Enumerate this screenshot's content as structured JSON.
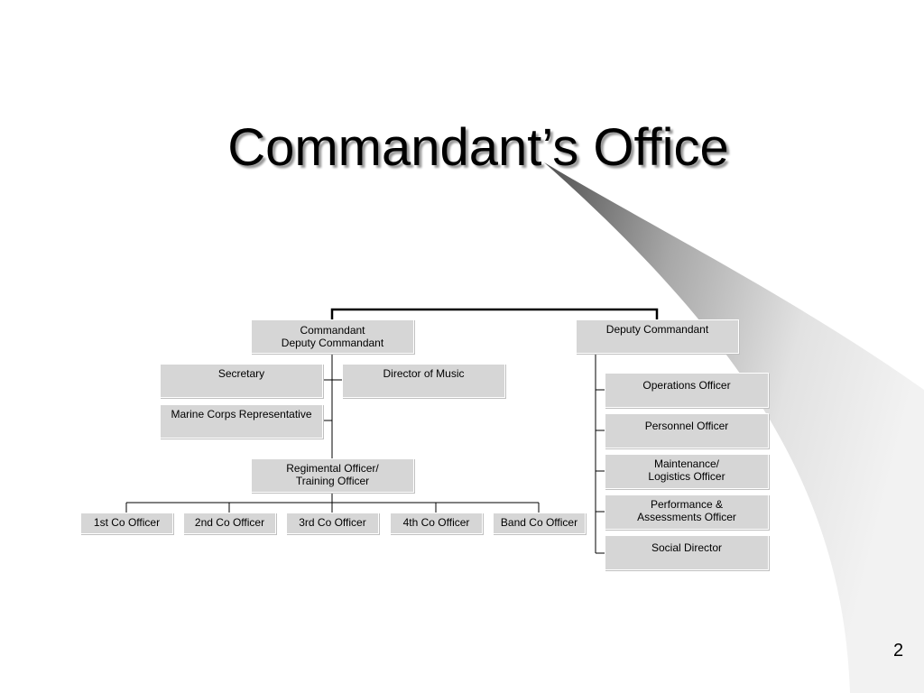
{
  "slide": {
    "title": "Commandant’s Office",
    "page_number": "2"
  },
  "org_chart": {
    "commandant": "Commandant\nDeputy Commandant",
    "deputy_commandant": "Deputy Commandant",
    "secretary": "Secretary",
    "director_of_music": "Director of Music",
    "marine_corps_rep": "Marine Corps Representative",
    "regimental_officer": "Regimental Officer/\nTraining Officer",
    "companies": [
      "1st Co Officer",
      "2nd Co Officer",
      "3rd Co Officer",
      "4th Co Officer",
      "Band Co Officer"
    ],
    "deputy_reports": [
      "Operations Officer",
      "Personnel Officer",
      "Maintenance/\nLogistics Officer",
      "Performance &\nAssessments Officer",
      "Social Director"
    ]
  }
}
